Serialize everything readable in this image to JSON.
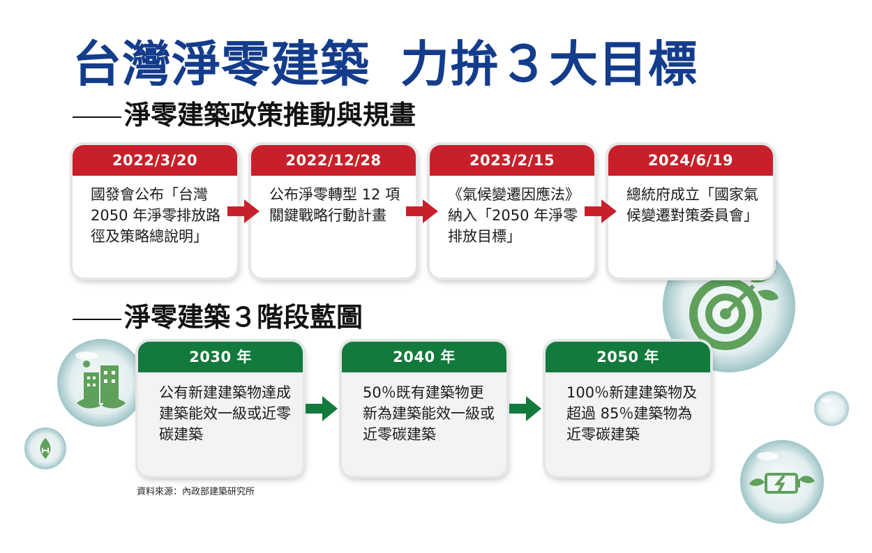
{
  "title": {
    "part1": "台灣淨零建築",
    "part2": "力拚３大目標"
  },
  "section1": "淨零建築政策推動與規畫",
  "section2": "淨零建築３階段藍圖",
  "timeline": [
    {
      "date": "2022/3/20",
      "text": "國發會公布「台灣2050 年淨零排放路徑及策略總說明」"
    },
    {
      "date": "2022/12/28",
      "text": "公布淨零轉型 12 項關鍵戰略行動計畫"
    },
    {
      "date": "2023/2/15",
      "text": "《氣候變遷因應法》 納入「2050 年淨零排放目標」"
    },
    {
      "date": "2024/6/19",
      "text": "總統府成立「國家氣候變遷對策委員會」"
    }
  ],
  "stages": [
    {
      "year": "2030 年",
      "text": "公有新建建築物達成建築能效一級或近零碳建築"
    },
    {
      "year": "2040 年",
      "text": "50％既有建築物更新為建築能效一級或近零碳建築"
    },
    {
      "year": "2050 年",
      "text": "100％新建建築物及超過 85％建築物為近零碳建築"
    }
  ],
  "source": "資料來源：內政部建築研究所",
  "colors": {
    "title": "#143c8c",
    "timeline_header": "#c8202a",
    "timeline_arrow": "#c8202a",
    "stage_header": "#127a3c",
    "stage_arrow": "#127a3c",
    "icon_green": "#5fa05a"
  },
  "icons": [
    "target-leaf-icon",
    "green-building-icon",
    "hydrogen-leaf-icon",
    "battery-leaf-icon"
  ]
}
